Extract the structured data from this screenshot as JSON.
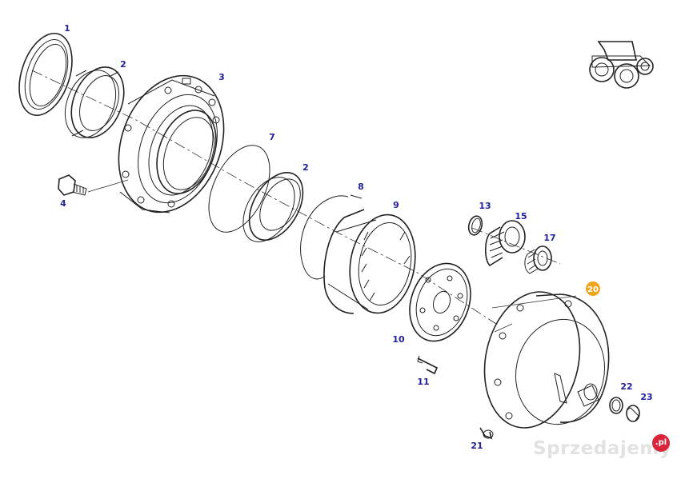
{
  "diagram": {
    "callouts": [
      {
        "id": "c1",
        "label": "1"
      },
      {
        "id": "c2a",
        "label": "2"
      },
      {
        "id": "c3",
        "label": "3"
      },
      {
        "id": "c4",
        "label": "4"
      },
      {
        "id": "c7",
        "label": "7"
      },
      {
        "id": "c2b",
        "label": "2"
      },
      {
        "id": "c8",
        "label": "8"
      },
      {
        "id": "c9",
        "label": "9"
      },
      {
        "id": "c13",
        "label": "13"
      },
      {
        "id": "c15",
        "label": "15"
      },
      {
        "id": "c17",
        "label": "17"
      },
      {
        "id": "c20",
        "label": "20"
      },
      {
        "id": "c10",
        "label": "10"
      },
      {
        "id": "c11",
        "label": "11"
      },
      {
        "id": "c22",
        "label": "22"
      },
      {
        "id": "c23",
        "label": "23"
      },
      {
        "id": "c21",
        "label": "21"
      }
    ],
    "highlight_color": "#f0a61c",
    "callout_color": "#22229a"
  },
  "watermark": {
    "text": "Sprzedajemy",
    "suffix": ".pl",
    "suffix_color": "#d8253a"
  }
}
